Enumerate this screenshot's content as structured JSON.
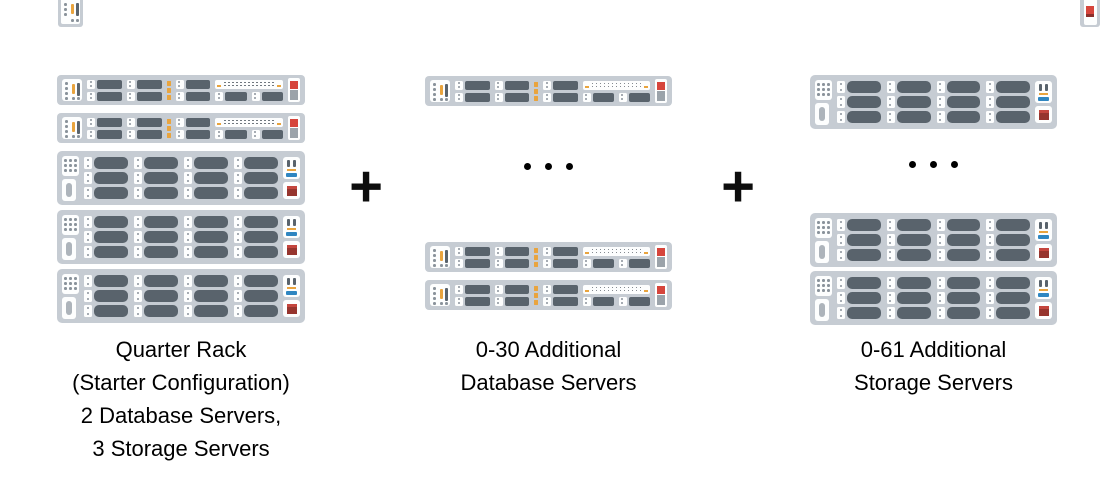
{
  "diagram": {
    "plus": "+",
    "ellipsis_dot_count": 3,
    "colors": {
      "chassis": "#c6ccd3",
      "panel": "#fdfefe",
      "drive": "#59636c",
      "dot": "#8a939b",
      "orange": "#e9a43e",
      "red": "#d6453c",
      "midred": "#c4463e",
      "darkred": "#96352e",
      "blue": "#2f86c1",
      "psugray": "#9ba3aa",
      "text": "#000000"
    },
    "groups": [
      {
        "id": "quarter-rack",
        "servers": [
          "database",
          "database",
          "storage",
          "storage",
          "storage"
        ],
        "label_lines": [
          "Quarter Rack",
          "(Starter Configuration)",
          "2 Database Servers,",
          "3 Storage Servers"
        ]
      },
      {
        "id": "additional-database-servers",
        "servers": [
          "database",
          "ellipsis",
          "database",
          "database"
        ],
        "label_lines": [
          "0-30 Additional",
          "Database Servers"
        ]
      },
      {
        "id": "additional-storage-servers",
        "servers": [
          "storage",
          "ellipsis",
          "storage",
          "storage"
        ],
        "label_lines": [
          "0-61 Additional",
          "Storage Servers"
        ]
      }
    ]
  }
}
